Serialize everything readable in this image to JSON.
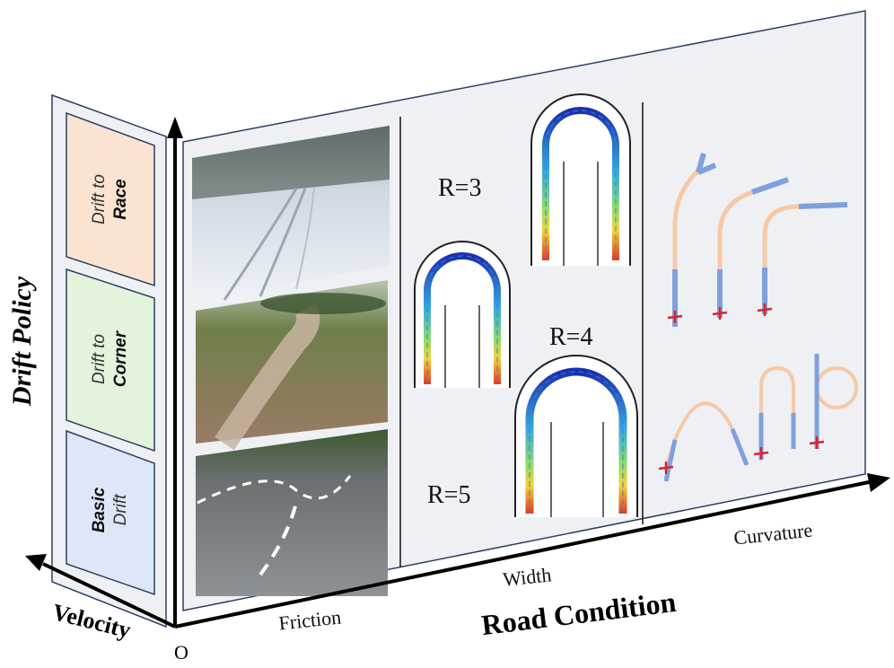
{
  "axes": {
    "vertical_label": "Drift Policy",
    "depth_label": "Velocity",
    "horizontal_label": "Road Condition",
    "origin_label": "O"
  },
  "policies": [
    {
      "line1": "Drift to",
      "line2": "Race",
      "color": "#fbe3d2"
    },
    {
      "line1": "Drift to",
      "line2": "Corner",
      "color": "#e3f4dc"
    },
    {
      "line1": "Basic",
      "line2": "Drift",
      "color": "#dde7f8"
    }
  ],
  "sections": {
    "friction": "Friction",
    "width": "Width",
    "curvature": "Curvature"
  },
  "radius_labels": {
    "r3": "R=3",
    "r4": "R=4",
    "r5": "R=5"
  },
  "colors": {
    "panel_fill": "#eef0f4",
    "panel_border": "#2c3f63",
    "axis": "#000000",
    "track_blue": "#7ea0dc",
    "track_peach": "#f6c9a6",
    "car_red": "#d8242c"
  }
}
